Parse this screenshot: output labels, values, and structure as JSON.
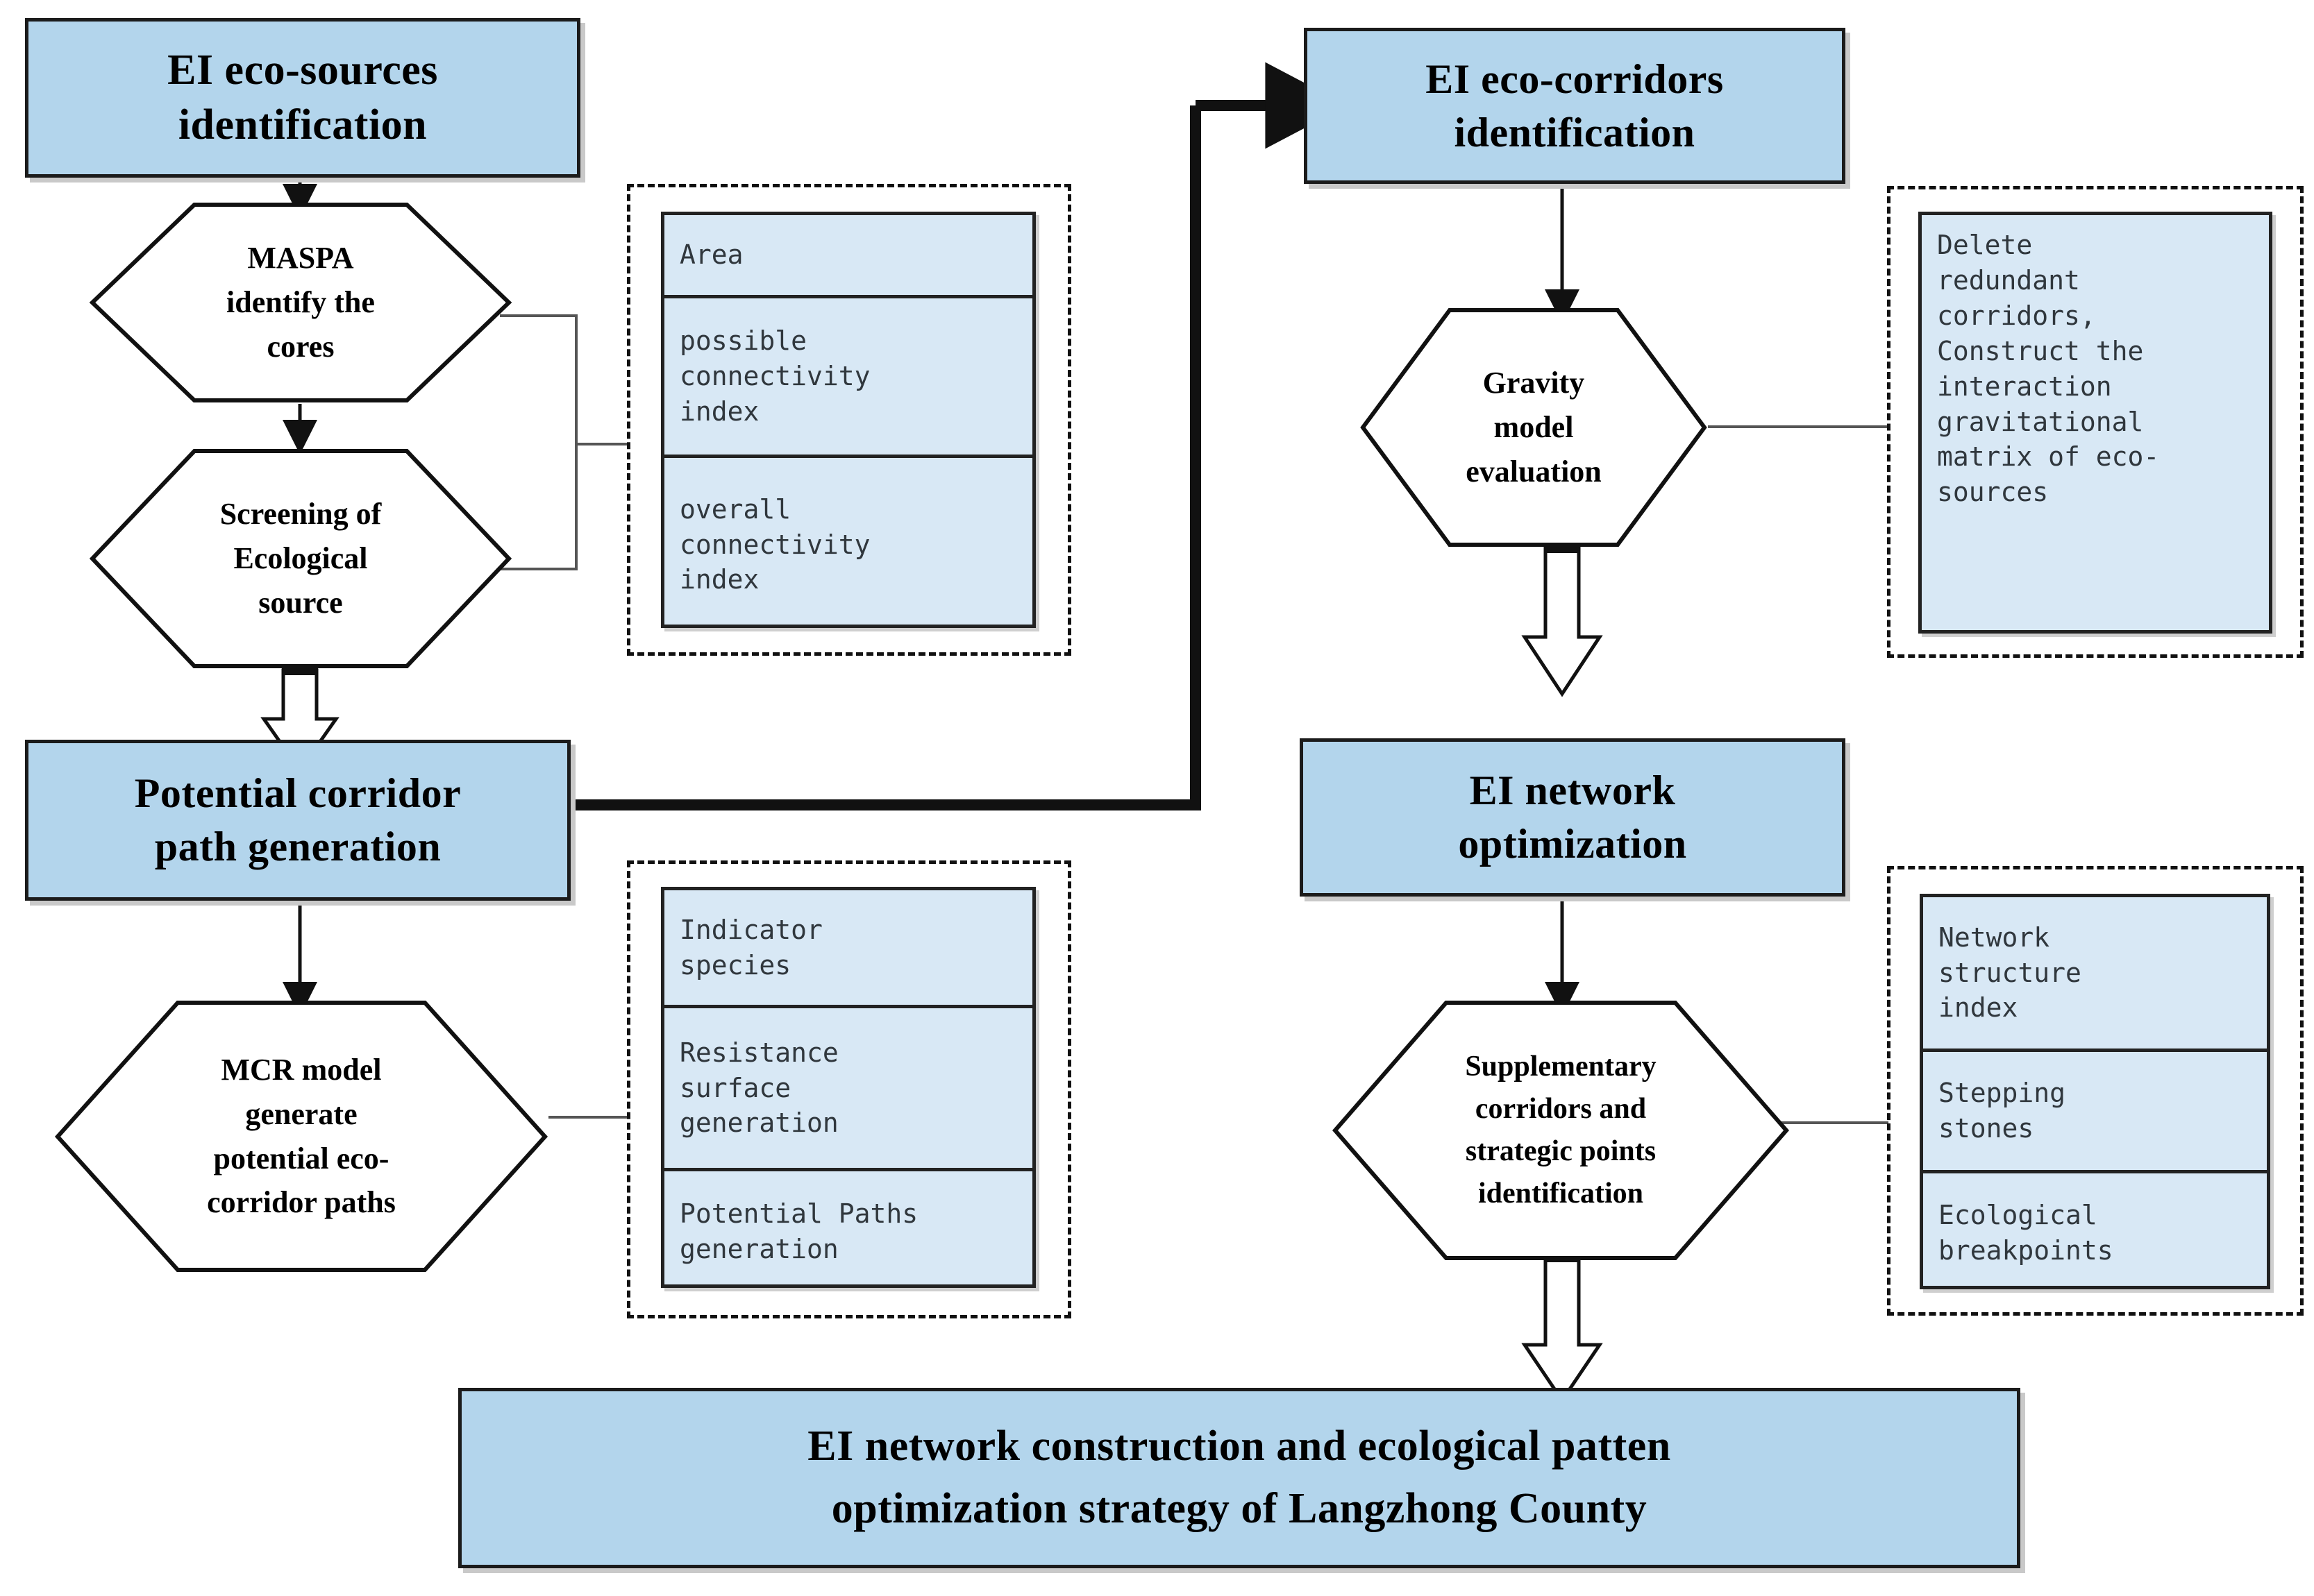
{
  "colors": {
    "header_fill": "#b3d5ec",
    "detail_fill": "#d8e8f5",
    "stroke": "#111111",
    "page_background": "#ffffff"
  },
  "headers": {
    "eco_sources": "EI eco-sources\nidentification",
    "eco_corridors": "EI eco-corridors\nidentification",
    "potential_corridor": "Potential corridor\npath generation",
    "network_optimization": "EI network\noptimization",
    "final_outcome": "EI network construction and ecological patten\noptimization strategy of Langzhong County"
  },
  "processes": {
    "mspa": "MASPA\nidentify the\ncores",
    "screening": "Screening of\nEcological\nsource",
    "mcr": "MCR model\ngenerate\npotential eco-\ncorridor paths",
    "gravity": "Gravity\nmodel\nevaluation",
    "supplementary": "Supplementary\ncorridors and\nstrategic points\nidentification"
  },
  "detail_groups": [
    {
      "id": "eco-sources-indicators",
      "cells": [
        "Area",
        "possible\nconnectivity\nindex",
        "overall\nconnectivity\nindex"
      ]
    },
    {
      "id": "corridor-indicators",
      "cells": [
        "Delete\nredundant\ncorridors,\nConstruct the\ninteraction\ngravitational\nmatrix of eco-\nsources"
      ]
    },
    {
      "id": "mcr-indicators",
      "cells": [
        "Indicator\nspecies",
        "Resistance\nsurface\ngeneration",
        "Potential Paths\ngeneration"
      ]
    },
    {
      "id": "optimization-indicators",
      "cells": [
        "Network\nstructure\nindex",
        "Stepping\nstones",
        "Ecological\nbreakpoints"
      ]
    }
  ]
}
